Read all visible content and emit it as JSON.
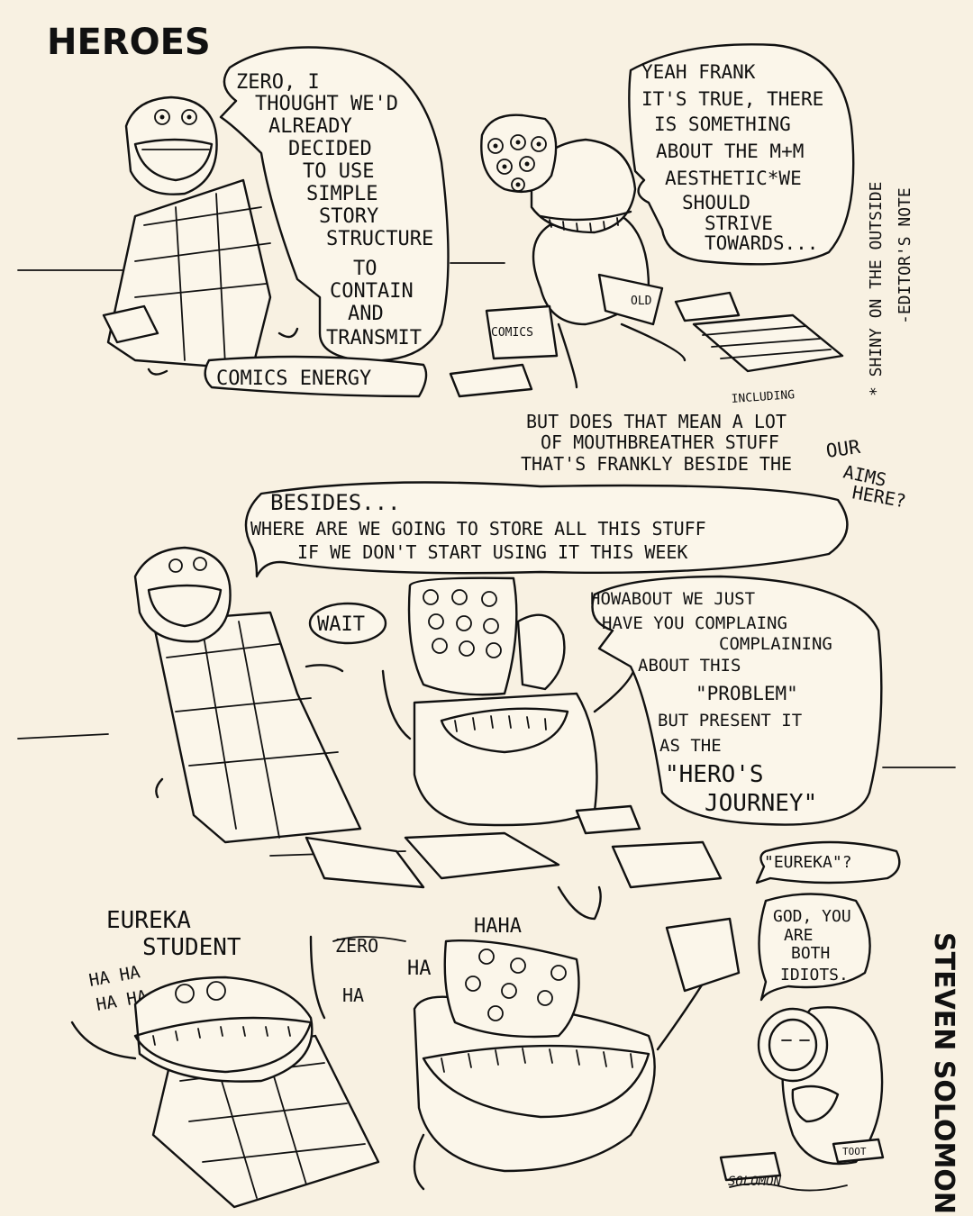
{
  "title": "HEROES",
  "author_vertical": "STEVEN SOLOMON",
  "signature": "SOLOMON",
  "panel1": {
    "speech_left": [
      "ZERO, I",
      "THOUGHT WE'D",
      "ALREADY",
      "DECIDED",
      "TO USE",
      "SIMPLE",
      "STORY",
      "STRUCTURE",
      "TO",
      "CONTAIN",
      "AND",
      "TRANSMIT"
    ],
    "caption_left": "COMICS ENERGY",
    "speech_right": [
      "YEAH FRANK",
      "IT'S TRUE, THERE",
      "IS SOMETHING",
      "ABOUT THE M+M",
      "AESTHETIC*WE",
      "SHOULD",
      "STRIVE",
      "TOWARDS..."
    ],
    "label_comics": "COMICS",
    "label_old": "OLD",
    "editor_note": "* SHINY ON THE OUTSIDE",
    "editor_note_sig": "-EDITOR'S NOTE",
    "bottom_text": [
      "BUT DOES THAT MEAN A LOT",
      "OF MOUTHBREATHER STUFF",
      "THAT'S FRANKLY BESIDE THE"
    ],
    "insert_including": "INCLUDING",
    "our_aims": [
      "OUR",
      "AIMS",
      "HERE?"
    ]
  },
  "panel2": {
    "speech_top": [
      "BESIDES...",
      "WHERE ARE WE GOING TO STORE ALL THIS STUFF",
      "IF WE DON'T START USING IT THIS WEEK"
    ],
    "wait": "WAIT",
    "speech_right": [
      "HOWABOUT WE JUST",
      "HAVE YOU COMPLAING",
      "COMPLAINING",
      "ABOUT THIS",
      "\"PROBLEM\"",
      "BUT PRESENT IT",
      "AS THE",
      "\"HERO'S",
      "JOURNEY\""
    ]
  },
  "panel3": {
    "eureka_q": "\"EUREKA\"?",
    "eureka_student": [
      "EUREKA",
      "STUDENT"
    ],
    "ha_left": [
      "HA HA",
      "HA HA"
    ],
    "zero": "ZERO",
    "ha_mid": [
      "HA",
      "HA"
    ],
    "haha_top": "HAHA",
    "god": [
      "GOD, YOU",
      "ARE",
      "BOTH",
      "IDIOTS."
    ],
    "label_toot": "TOOT"
  }
}
